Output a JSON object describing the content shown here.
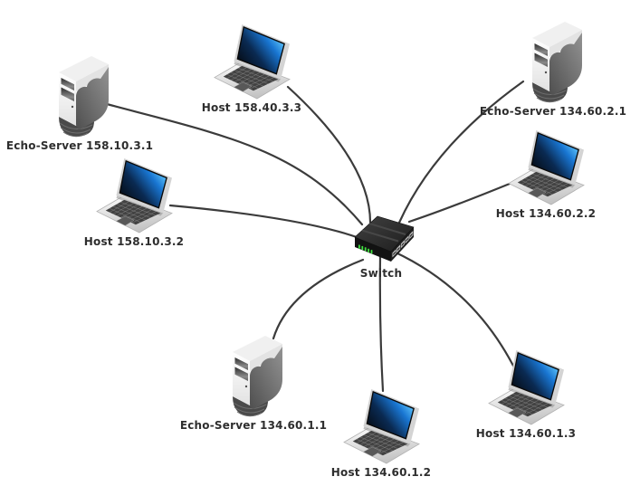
{
  "diagram": {
    "nodes": [
      {
        "id": "echo-server-158-10-3-1",
        "type": "server",
        "label": "Echo-Server 158.10.3.1"
      },
      {
        "id": "host-158-40-3-3",
        "type": "laptop",
        "label": "Host 158.40.3.3"
      },
      {
        "id": "echo-server-134-60-2-1",
        "type": "server",
        "label": "Echo-Server 134.60.2.1"
      },
      {
        "id": "host-158-10-3-2",
        "type": "laptop",
        "label": "Host 158.10.3.2"
      },
      {
        "id": "host-134-60-2-2",
        "type": "laptop",
        "label": "Host 134.60.2.2"
      },
      {
        "id": "switch",
        "type": "switch",
        "label": "Switch"
      },
      {
        "id": "echo-server-134-60-1-1",
        "type": "server",
        "label": "Echo-Server 134.60.1.1"
      },
      {
        "id": "host-134-60-1-2",
        "type": "laptop",
        "label": "Host 134.60.1.2"
      },
      {
        "id": "host-134-60-1-3",
        "type": "laptop",
        "label": "Host 134.60.1.3"
      }
    ],
    "edges": [
      {
        "from": "Echo-Server 158.10.3.1",
        "to": "Switch"
      },
      {
        "from": "Host 158.40.3.3",
        "to": "Switch"
      },
      {
        "from": "Host 158.10.3.2",
        "to": "Switch"
      },
      {
        "from": "Echo-Server 134.60.2.1",
        "to": "Switch"
      },
      {
        "from": "Host 134.60.2.2",
        "to": "Switch"
      },
      {
        "from": "Echo-Server 134.60.1.1",
        "to": "Switch"
      },
      {
        "from": "Host 134.60.1.2",
        "to": "Switch"
      },
      {
        "from": "Host 134.60.1.3",
        "to": "Switch"
      }
    ],
    "colors": {
      "background": "#ffffff",
      "edge_line": "#3b3b3b",
      "label_text": "#2e2e2e",
      "laptop_screen_blue": "#1e88e5",
      "switch_led_green": "#3fe03f"
    }
  }
}
